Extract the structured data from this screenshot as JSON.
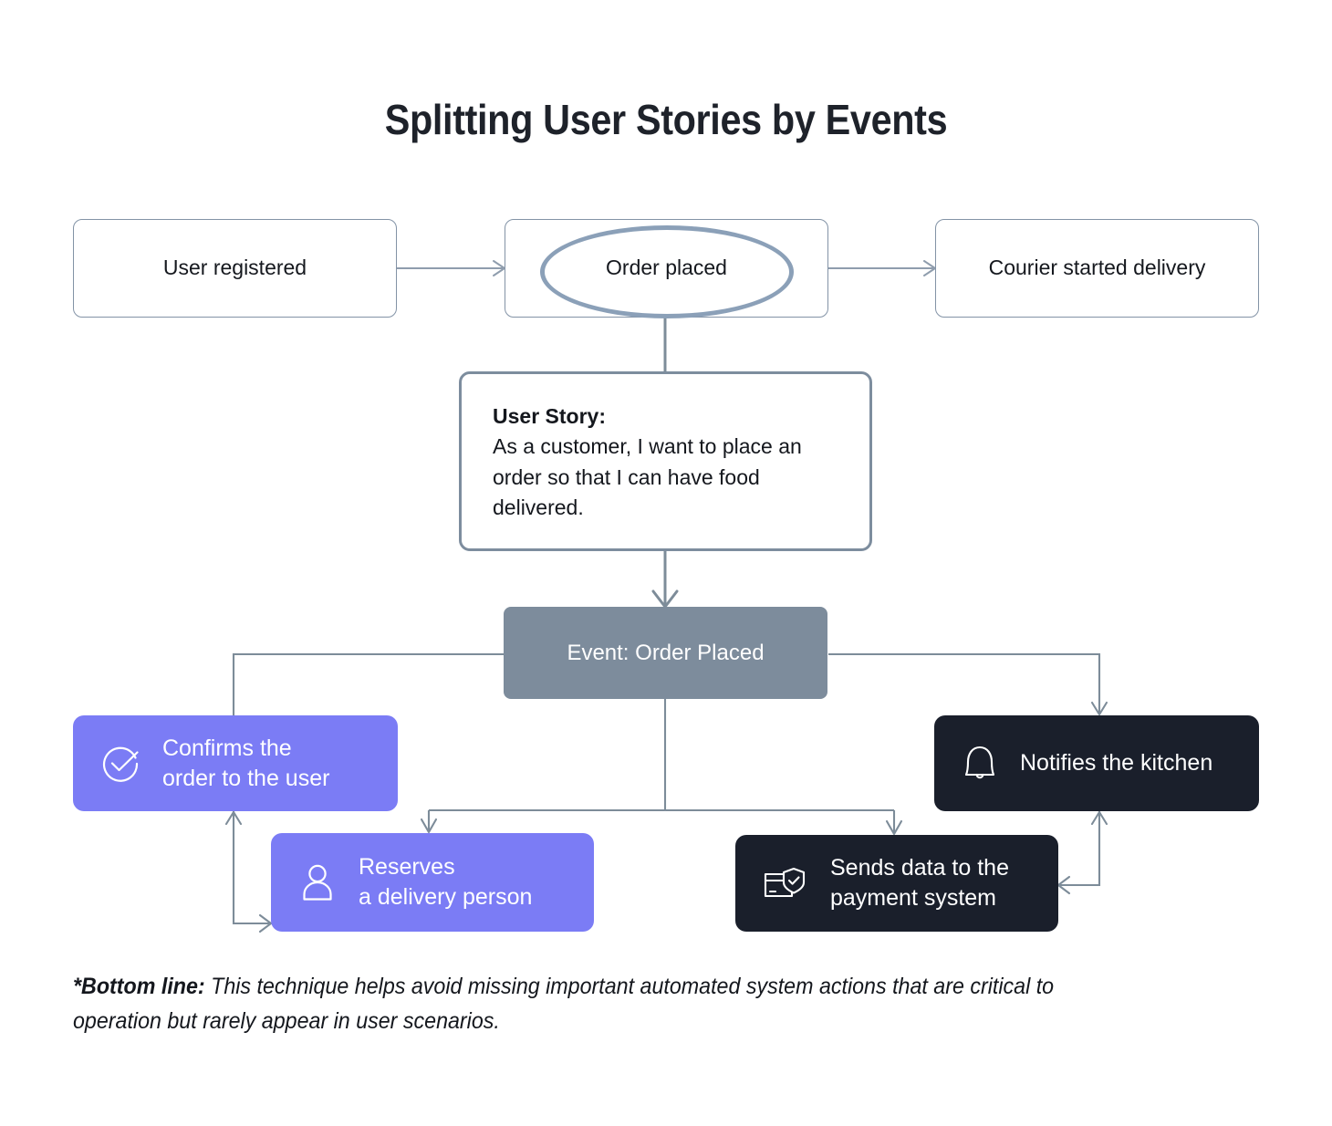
{
  "title": "Splitting User Stories by Events",
  "timeline": {
    "nodes": [
      {
        "id": "user-registered",
        "label": "User registered"
      },
      {
        "id": "order-placed",
        "label": "Order placed",
        "highlighted": true
      },
      {
        "id": "courier-started-delivery",
        "label": "Courier started delivery"
      }
    ]
  },
  "user_story": {
    "heading": "User Story:",
    "body": "As a customer, I want to place an order so that I can have food delivered."
  },
  "event": {
    "label": "Event: Order Placed"
  },
  "actions": [
    {
      "id": "confirms-order",
      "label": "Confirms the\norder to the user",
      "line1": "Confirms the",
      "line2": "order to the user",
      "icon": "check-circle-icon",
      "style": "purple"
    },
    {
      "id": "reserves-delivery-person",
      "label": "Reserves\na delivery person",
      "line1": "Reserves",
      "line2": "a delivery person",
      "icon": "person-icon",
      "style": "purple"
    },
    {
      "id": "notifies-kitchen",
      "label": "Notifies the kitchen",
      "line1": "Notifies the kitchen",
      "line2": "",
      "icon": "bell-icon",
      "style": "dark"
    },
    {
      "id": "sends-payment-data",
      "label": "Sends data to the\npayment system",
      "line1": "Sends data to the",
      "line2": "payment system",
      "icon": "card-shield-icon",
      "style": "dark"
    }
  ],
  "bottom_line": {
    "strong": "*Bottom line:",
    "text": " This technique helps avoid missing important automated system actions that are critical to operation but rarely appear in user scenarios."
  },
  "colors": {
    "purple": "#7b7cf5",
    "dark": "#1a1f2b",
    "event_gray": "#7d8c9c",
    "connector": "#7d8c99",
    "box_border": "#8393a6",
    "highlight": "#8ba0b8",
    "background": "#ffffff",
    "text": "#14171d"
  }
}
